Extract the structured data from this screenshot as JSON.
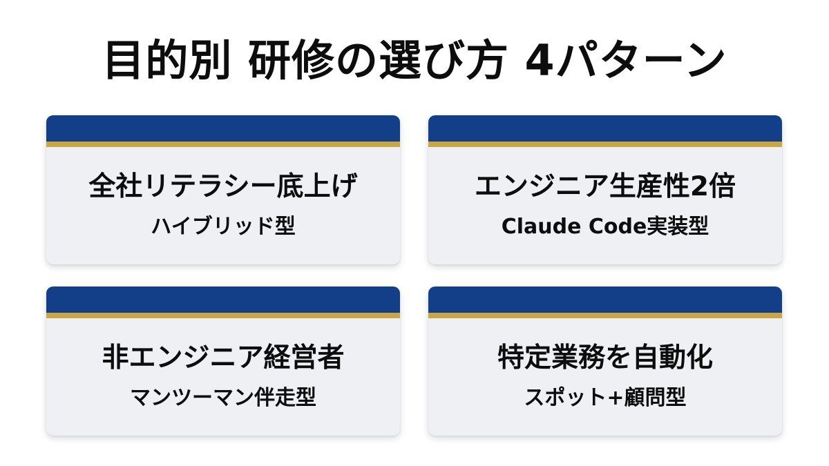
{
  "page": {
    "title": "目的別 研修の選び方 4パターン"
  },
  "colors": {
    "header_blue": "#123f87",
    "accent_gold": "#c9a747",
    "card_background": "#eef0f4",
    "text": "#0d0d0d"
  },
  "cards": [
    {
      "title": "全社リテラシー底上げ",
      "subtitle": "ハイブリッド型"
    },
    {
      "title": "エンジニア生産性2倍",
      "subtitle": "Claude Code実装型"
    },
    {
      "title": "非エンジニア経営者",
      "subtitle": "マンツーマン伴走型"
    },
    {
      "title": "特定業務を自動化",
      "subtitle": "スポット+顧問型"
    }
  ]
}
